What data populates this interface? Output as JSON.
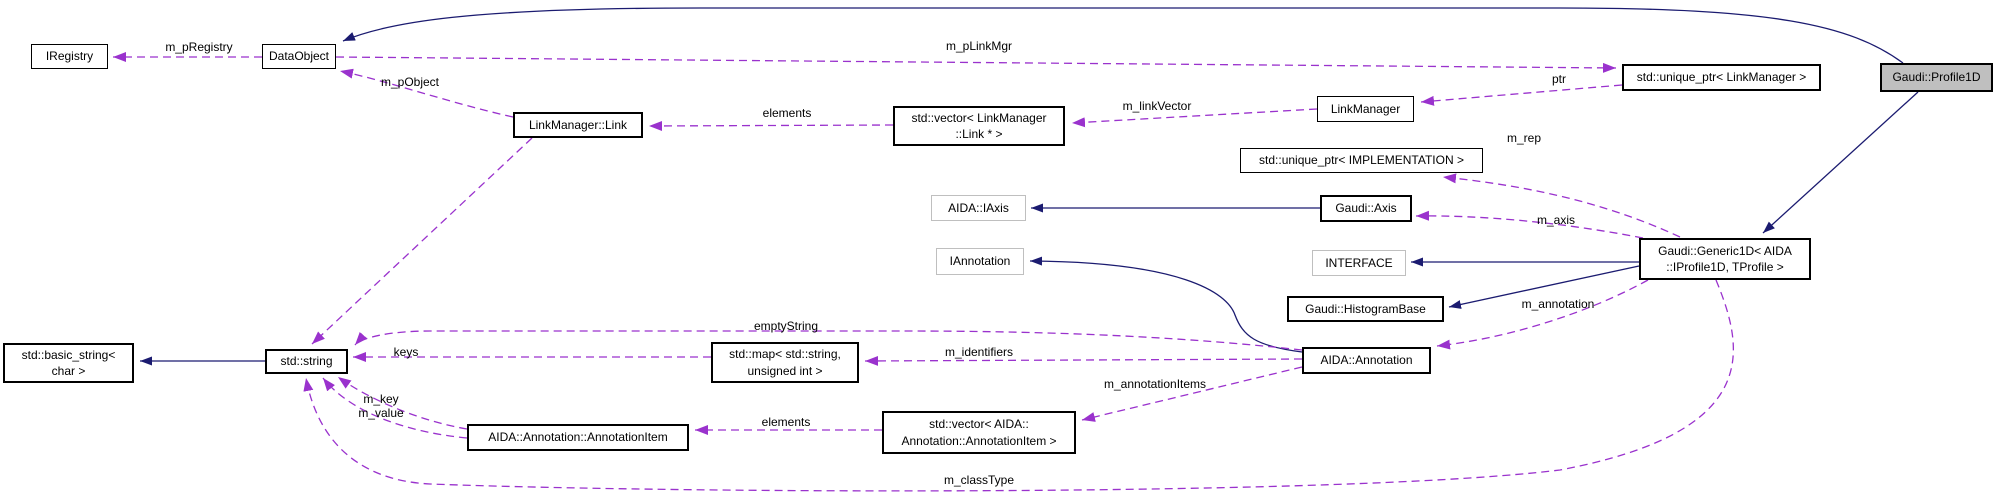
{
  "diagram": {
    "nodes": {
      "iregistry": {
        "label": "IRegistry"
      },
      "dataobject": {
        "label": "DataObject"
      },
      "linkmanager_link": {
        "label": "LinkManager::Link"
      },
      "vector_link": {
        "label": "std::vector< LinkManager\n::Link * >"
      },
      "linkmanager": {
        "label": "LinkManager"
      },
      "unique_ptr_linkmanager": {
        "label": "std::unique_ptr< LinkManager >"
      },
      "profile1d": {
        "label": "Gaudi::Profile1D"
      },
      "unique_ptr_implementation": {
        "label": "std::unique_ptr< IMPLEMENTATION >"
      },
      "aida_iaxis": {
        "label": "AIDA::IAxis"
      },
      "gaudi_axis": {
        "label": "Gaudi::Axis"
      },
      "iannotation": {
        "label": "IAnnotation"
      },
      "interface": {
        "label": "INTERFACE"
      },
      "generic1d": {
        "label": "Gaudi::Generic1D< AIDA\n::IProfile1D, TProfile >"
      },
      "histogrambase": {
        "label": "Gaudi::HistogramBase"
      },
      "aida_annotation": {
        "label": "AIDA::Annotation"
      },
      "basic_string": {
        "label": "std::basic_string<\nchar >"
      },
      "std_string": {
        "label": "std::string"
      },
      "std_map": {
        "label": "std::map< std::string,\nunsigned int >"
      },
      "annotation_item": {
        "label": "AIDA::Annotation::AnnotationItem"
      },
      "vector_annotation_item": {
        "label": "std::vector< AIDA::\nAnnotation::AnnotationItem >"
      }
    },
    "edge_labels": {
      "m_pRegistry": "m_pRegistry",
      "m_pObject": "m_pObject",
      "m_pLinkMgr": "m_pLinkMgr",
      "ptr": "ptr",
      "elements": "elements",
      "m_linkVector": "m_linkVector",
      "m_rep": "m_rep",
      "m_axis": "m_axis",
      "m_annotation": "m_annotation",
      "emptyString": "emptyString",
      "keys": "keys",
      "m_identifiers": "m_identifiers",
      "m_key_m_value": "m_key\nm_value",
      "m_annotationItems": "m_annotationItems",
      "m_classType": "m_classType"
    },
    "colors": {
      "inheritance_edge": "#1b1b70",
      "usage_edge": "#9a32cd",
      "current_node_fill": "#bfbfbf",
      "external_node_border": "#bfbfbf",
      "node_border": "#000000",
      "background": "#ffffff"
    }
  }
}
